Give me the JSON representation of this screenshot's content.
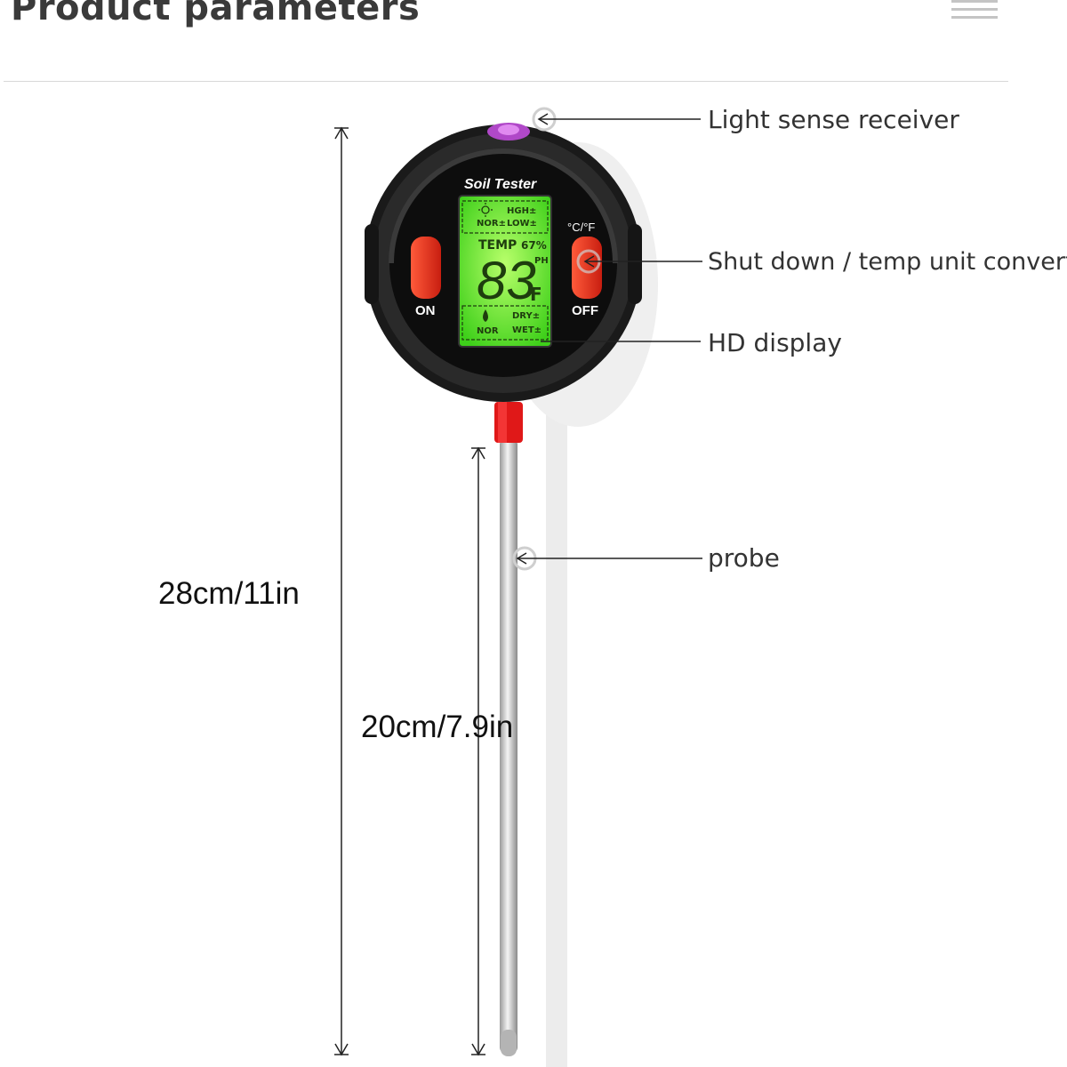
{
  "header": {
    "title": "Product parameters",
    "menu_icon": "hamburger-menu-icon"
  },
  "dimensions": {
    "total_length": "28cm/11in",
    "probe_length": "20cm/7.9in"
  },
  "callouts": {
    "light_sensor": "Light sense receiver",
    "power_button": "Shut down / temp unit converter",
    "display": "HD display",
    "probe": "probe"
  },
  "device": {
    "brand_label": "Soil Tester",
    "on_label": "ON",
    "off_label": "OFF",
    "unit_label": "°C/°F",
    "lcd": {
      "light_high": "HGH±",
      "light_nor": "NOR±",
      "light_low": "LOW±",
      "temp_label": "TEMP",
      "moisture_pct": "67%",
      "ph_label": "PH",
      "reading": "83",
      "unit": "F",
      "dry": "DRY±",
      "wet": "WET±",
      "nor": "NOR",
      "sun_icon": "sun-icon",
      "drop_icon": "water-drop-icon"
    },
    "colors": {
      "body": "#1c1c1c",
      "button": "#e8321f",
      "lcd": "#7dff3a",
      "collar": "#e01818",
      "sensor": "#b048c8"
    }
  }
}
